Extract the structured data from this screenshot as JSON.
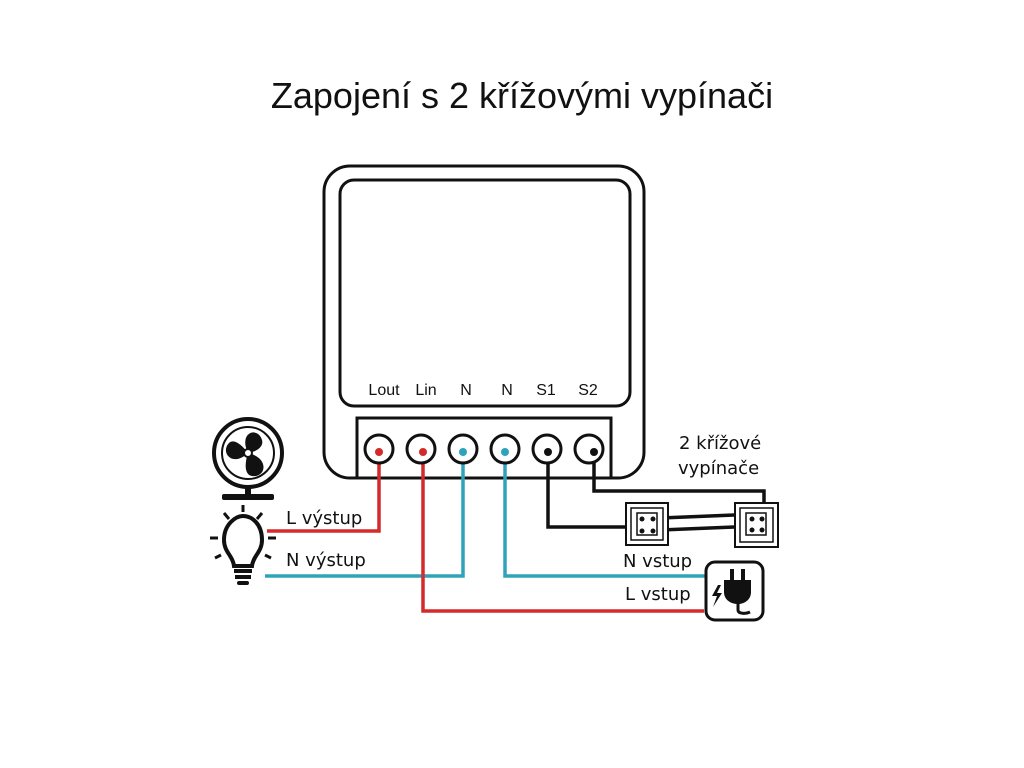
{
  "title": "Zapojení s 2 křížovými vypínači",
  "device": {
    "terminals": [
      {
        "label": "Lout"
      },
      {
        "label": "Lin"
      },
      {
        "label": "N"
      },
      {
        "label": "N"
      },
      {
        "label": "S1"
      },
      {
        "label": "S2"
      }
    ]
  },
  "labels": {
    "l_output": "L výstup",
    "n_output": "N výstup",
    "n_input": "N vstup",
    "l_input": "L vstup",
    "switches_line1": "2 křížové",
    "switches_line2": "vypínače"
  },
  "icons": {
    "fan": "fan-icon",
    "bulb": "lightbulb-icon",
    "plug": "power-plug-icon",
    "switch": "cross-switch-icon"
  },
  "colors": {
    "live_wire": "#d42a2a",
    "neutral_wire": "#2fa3ba",
    "switch_wire": "#111111",
    "outline": "#111111"
  }
}
